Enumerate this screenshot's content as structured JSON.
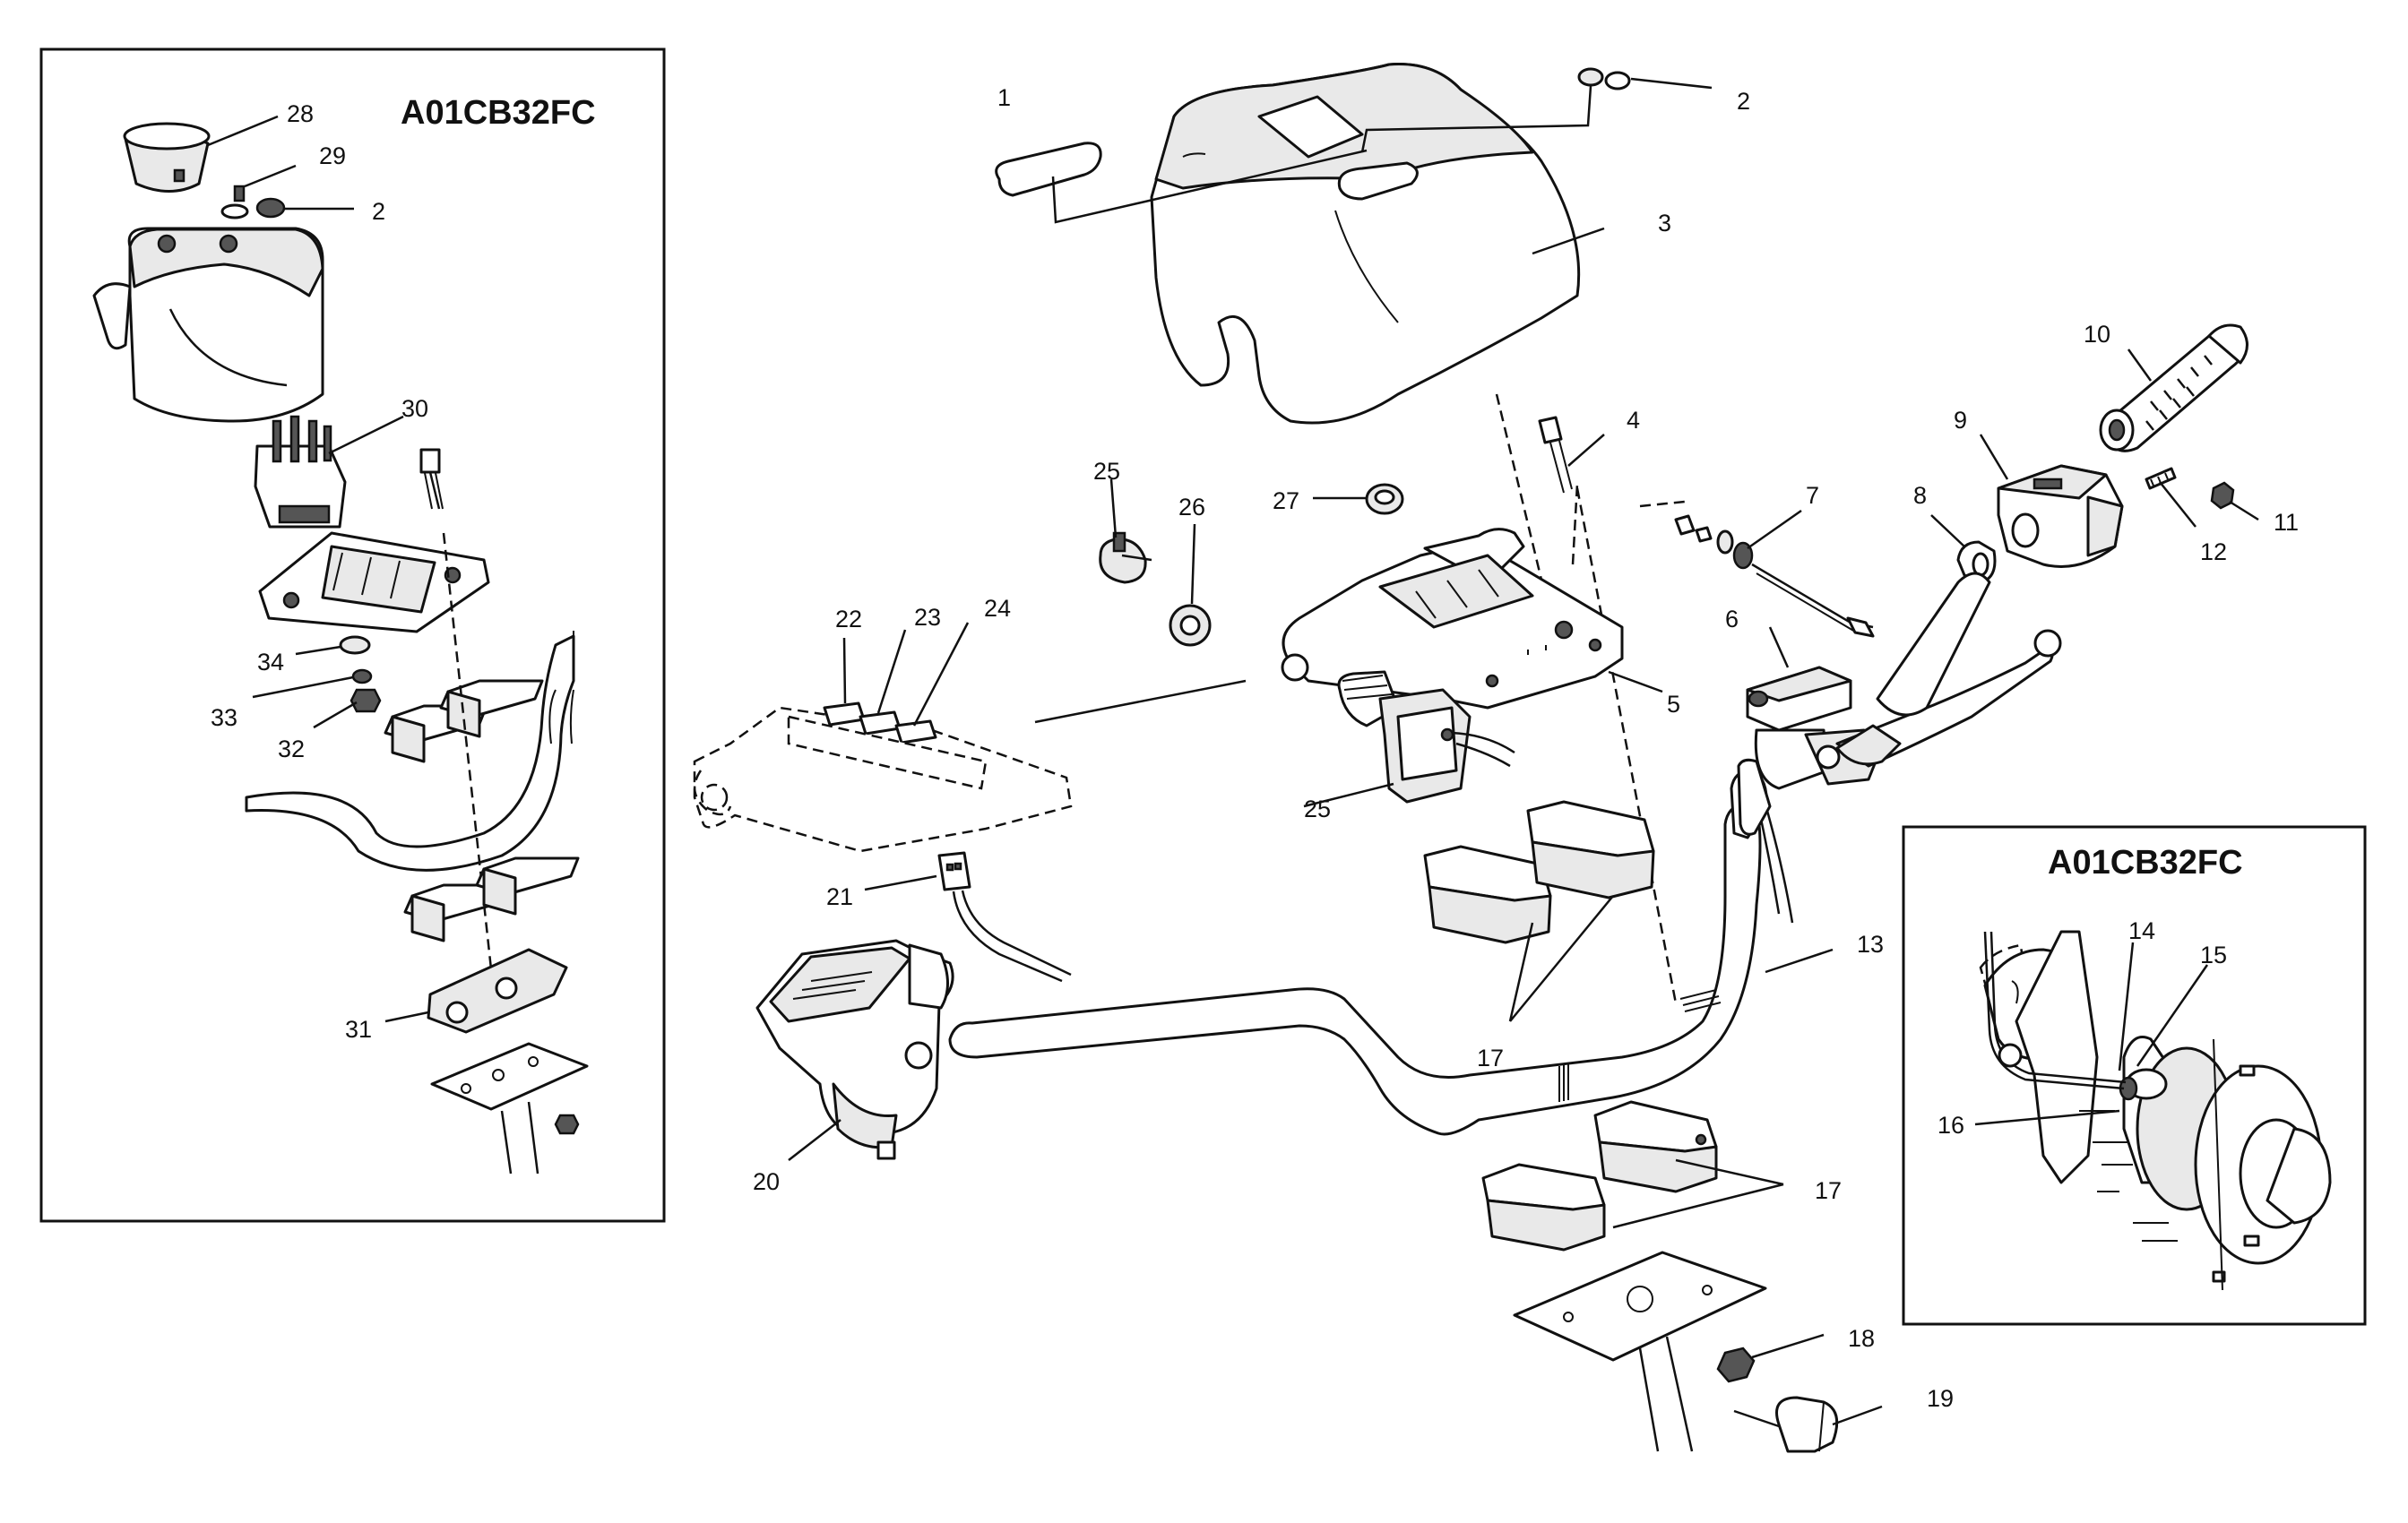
{
  "diagram": {
    "part_codes": {
      "left_inset": "A01CB32FC",
      "right_inset": "A01CB32FC"
    },
    "callouts": {
      "c1": "1",
      "c2": "2",
      "c3": "3",
      "c4": "4",
      "c5": "5",
      "c6": "6",
      "c7": "7",
      "c8": "8",
      "c9": "9",
      "c10": "10",
      "c11": "11",
      "c12": "12",
      "c13": "13",
      "c14": "14",
      "c15": "15",
      "c16": "16",
      "c17a": "17",
      "c17b": "17",
      "c18": "18",
      "c19": "19",
      "c20": "20",
      "c21": "21",
      "c22": "22",
      "c23": "23",
      "c24": "24",
      "c25a": "25",
      "c25b": "25",
      "c26": "26",
      "c27": "27",
      "l28": "28",
      "l29": "29",
      "l2": "2",
      "l30": "30",
      "l34": "34",
      "l33": "33",
      "l32": "32",
      "l31": "31"
    },
    "colors": {
      "ink": "#111111",
      "paper": "#ffffff",
      "shade": "#e9e9e9"
    }
  }
}
